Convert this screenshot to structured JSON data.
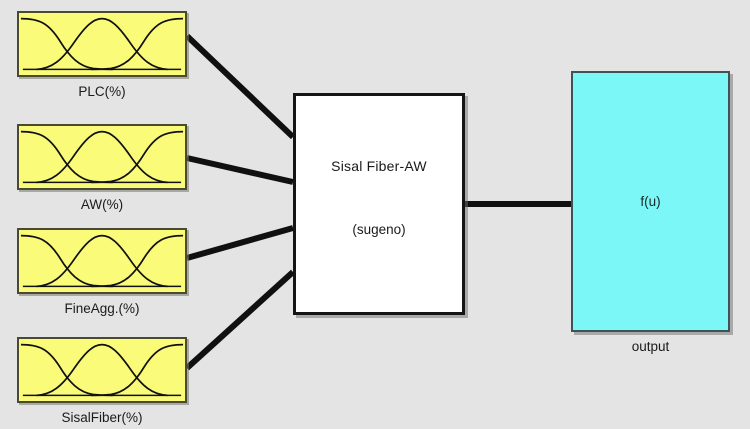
{
  "diagram": {
    "type": "fuzzy-inference-system",
    "background_color": "#e4e4e4"
  },
  "inputs": [
    {
      "id": "plc",
      "label": "PLC(%)",
      "mf_count": 3,
      "fill_color": "#fbfb7a"
    },
    {
      "id": "aw",
      "label": "AW(%)",
      "mf_count": 3,
      "fill_color": "#fbfb7a"
    },
    {
      "id": "fineagg",
      "label": "FineAgg.(%)",
      "mf_count": 3,
      "fill_color": "#fbfb7a"
    },
    {
      "id": "sisalfiber",
      "label": "SisalFiber(%)",
      "mf_count": 3,
      "fill_color": "#fbfb7a"
    }
  ],
  "system": {
    "name": "Sisal Fiber-AW",
    "inference_type": "(sugeno)",
    "fill_color": "#ffffff"
  },
  "output": {
    "function_label": "f(u)",
    "caption": "output",
    "fill_color": "#7cf7f7"
  }
}
